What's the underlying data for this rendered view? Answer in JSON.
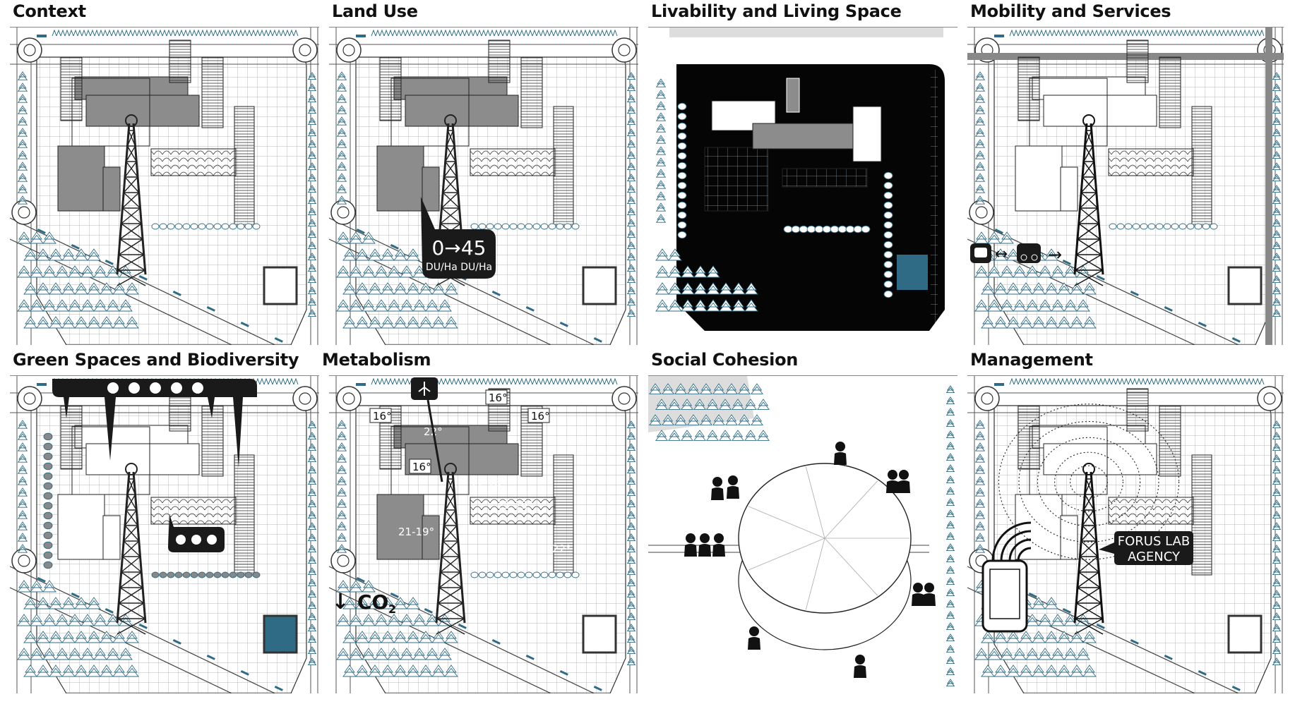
{
  "colors": {
    "accent": "#2f6b84",
    "dark": "#111111",
    "building": "#8c8c8c",
    "grid": "#9aa3a8"
  },
  "panels": [
    {
      "id": "context",
      "title": "Context"
    },
    {
      "id": "land-use",
      "title": "Land Use",
      "density_from": "0",
      "density_to": "45",
      "unit_from": "DU/Ha",
      "unit_to": "DU/Ha"
    },
    {
      "id": "livability",
      "title": "Livability and Living Space"
    },
    {
      "id": "mobility",
      "title": "Mobility and Services"
    },
    {
      "id": "green",
      "title": "Green Spaces and Biodiversity"
    },
    {
      "id": "metabolism",
      "title": "Metabolism",
      "temps": [
        "16°",
        "16°",
        "16°",
        "16°",
        "22°",
        "17-18°",
        "21-19°",
        "21-19°",
        "22°"
      ],
      "co2": "CO",
      "co2_sub": "2"
    },
    {
      "id": "social",
      "title": "Social Cohesion"
    },
    {
      "id": "management",
      "title": "Management",
      "agency_line1": "FORUS LAB",
      "agency_line2": "AGENCY"
    }
  ]
}
